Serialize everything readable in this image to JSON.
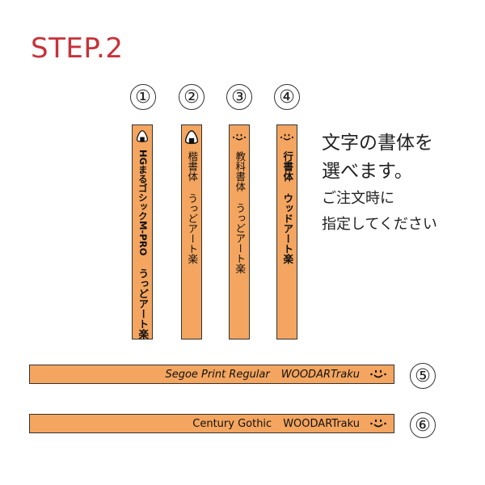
{
  "step_title": "STEP.2",
  "instructions": {
    "line1": "文字の書体を",
    "line2": "選べます。",
    "line3": "ご注文時に",
    "line4": "指定してください"
  },
  "options": [
    {
      "number": "①",
      "icon": "onigiri-icon",
      "font_name": "HGまるゴシックM-PRO",
      "sample": "うっどアート楽"
    },
    {
      "number": "②",
      "icon": "onigiri-icon",
      "font_name": "楷書体",
      "sample": "うっどアート楽"
    },
    {
      "number": "③",
      "icon": "smiley-icon",
      "font_name": "教科書体",
      "sample": "うっどアート楽"
    },
    {
      "number": "④",
      "icon": "smiley-icon",
      "font_name": "行書体",
      "sample": "ウッドアート楽"
    },
    {
      "number": "⑤",
      "icon": "smiley-icon",
      "font_name": "Segoe Print Regular",
      "sample": "WOODARTraku"
    },
    {
      "number": "⑥",
      "icon": "smiley-icon",
      "font_name": "Century Gothic",
      "sample": "WOODARTraku"
    }
  ],
  "colors": {
    "title": "#c8323a",
    "stick": "#f4a55f",
    "outline": "#333333"
  }
}
